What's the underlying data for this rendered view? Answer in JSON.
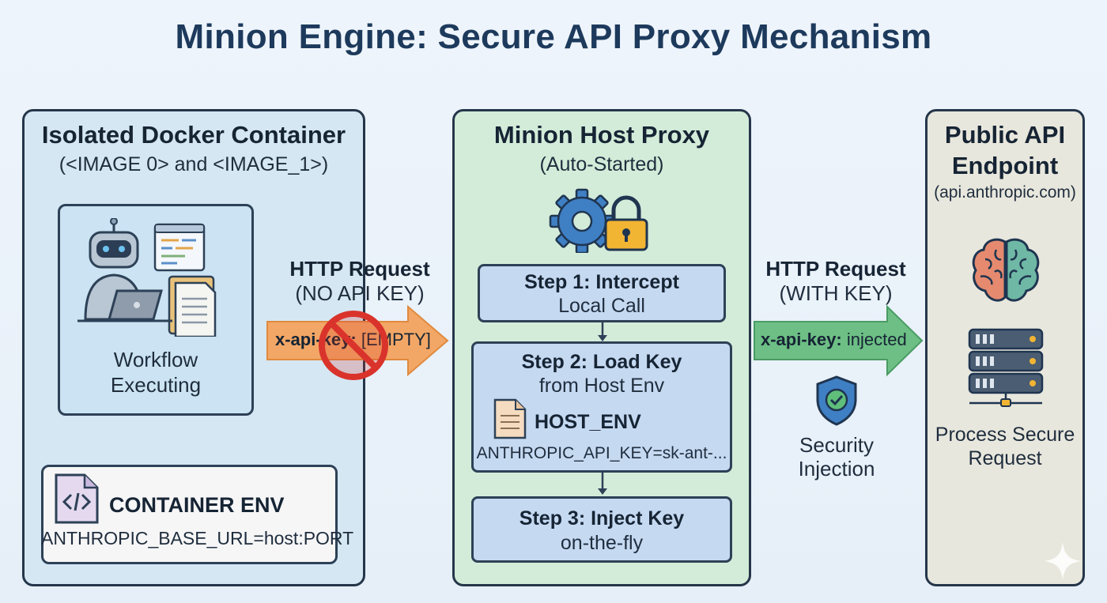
{
  "title": "Minion Engine: Secure API Proxy Mechanism",
  "left": {
    "title": "Isolated Docker Container",
    "subtitle": "(<IMAGE 0> and <IMAGE_1>)",
    "workflow_label_1": "Workflow",
    "workflow_label_2": "Executing",
    "env_title": "CONTAINER ENV",
    "env_value": "ANTHROPIC_BASE_URL=host:PORT"
  },
  "arrow_left": {
    "label_1": "HTTP Request",
    "label_2": "(NO API KEY)",
    "header_key": "x-api-key:",
    "header_value": "[EMPTY]"
  },
  "middle": {
    "title": "Minion Host Proxy",
    "subtitle": "(Auto-Started)",
    "step1_title": "Step 1: Intercept",
    "step1_text": "Local Call",
    "step2_title": "Step 2: Load Key",
    "step2_text": "from Host Env",
    "host_env_title": "HOST_ENV",
    "host_env_value": "ANTHROPIC_API_KEY=sk-ant-...",
    "step3_title": "Step 3: Inject Key",
    "step3_text": "on-the-fly"
  },
  "arrow_right": {
    "label_1": "HTTP Request",
    "label_2": "(WITH KEY)",
    "header_key": "x-api-key:",
    "header_value": "injected"
  },
  "security": {
    "label_1": "Security",
    "label_2": "Injection"
  },
  "right": {
    "title_1": "Public API",
    "title_2": "Endpoint",
    "subtitle": "(api.anthropic.com)",
    "process_1": "Process Secure",
    "process_2": "Request"
  },
  "colors": {
    "container_bg": "#d5e7f3",
    "proxy_bg": "#d3ecd9",
    "endpoint_bg": "#e8e7dd",
    "step_bg": "#c5d9f1",
    "arrow_orange": "#f3a766",
    "arrow_green": "#6dbf85",
    "forbidden_red": "#d9332b",
    "title_color": "#1d3a5c"
  }
}
